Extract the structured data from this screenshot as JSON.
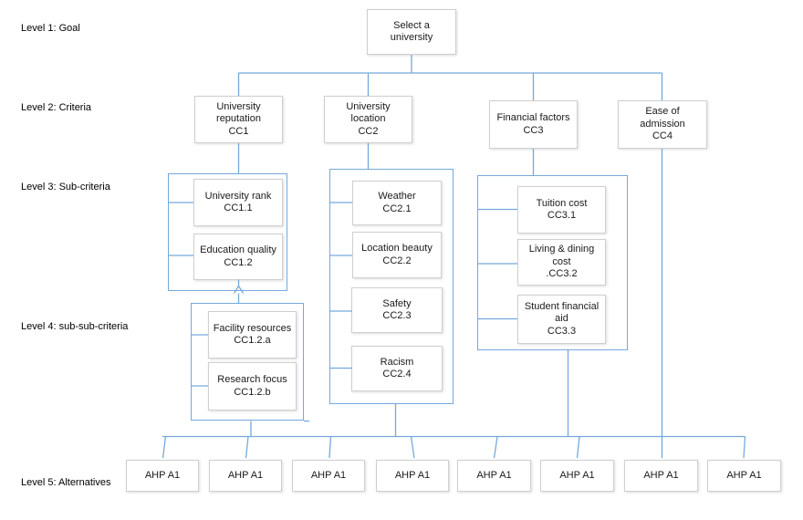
{
  "palette": {
    "connector_blue": "#74a9dc",
    "group_border_blue": "#74a9dc",
    "node_border_gray": "#cfcfcf",
    "node_fill": "#ffffff",
    "text_color": "#1a1a1a",
    "background": "#ffffff"
  },
  "level_labels": [
    "Level 1: Goal",
    "Level 2: Criteria",
    "Level 3: Sub-criteria",
    "Level 4: sub-sub-criteria",
    "Level 5: Alternatives"
  ],
  "goal": {
    "label": "Select a\nuniversity"
  },
  "criteria": [
    {
      "label": "University\nreputation\nCC1",
      "sub": [
        {
          "label": "University rank\nCC1.1"
        },
        {
          "label": "Education quality\nCC1.2",
          "sub": [
            {
              "label": "Facility resources\nCC1.2.a"
            },
            {
              "label": "Research focus\nCC1.2.b"
            }
          ]
        }
      ]
    },
    {
      "label": "University\nlocation\nCC2",
      "sub": [
        {
          "label": "Weather\nCC2.1"
        },
        {
          "label": "Location beauty\nCC2.2"
        },
        {
          "label": "Safety\nCC2.3"
        },
        {
          "label": "Racism\nCC2.4"
        }
      ]
    },
    {
      "label": "Financial factors\nCC3",
      "sub": [
        {
          "label": "Tuition cost\nCC3.1"
        },
        {
          "label": "Living & dining\ncost\n.CC3.2"
        },
        {
          "label": "Student financial\naid\nCC3.3"
        }
      ]
    },
    {
      "label": "Ease of\nadmission\nCC4",
      "sub": []
    }
  ],
  "alternatives": [
    "AHP A1",
    "AHP A1",
    "AHP A1",
    "AHP A1",
    "AHP A1",
    "AHP A1",
    "AHP A1",
    "AHP A1"
  ]
}
